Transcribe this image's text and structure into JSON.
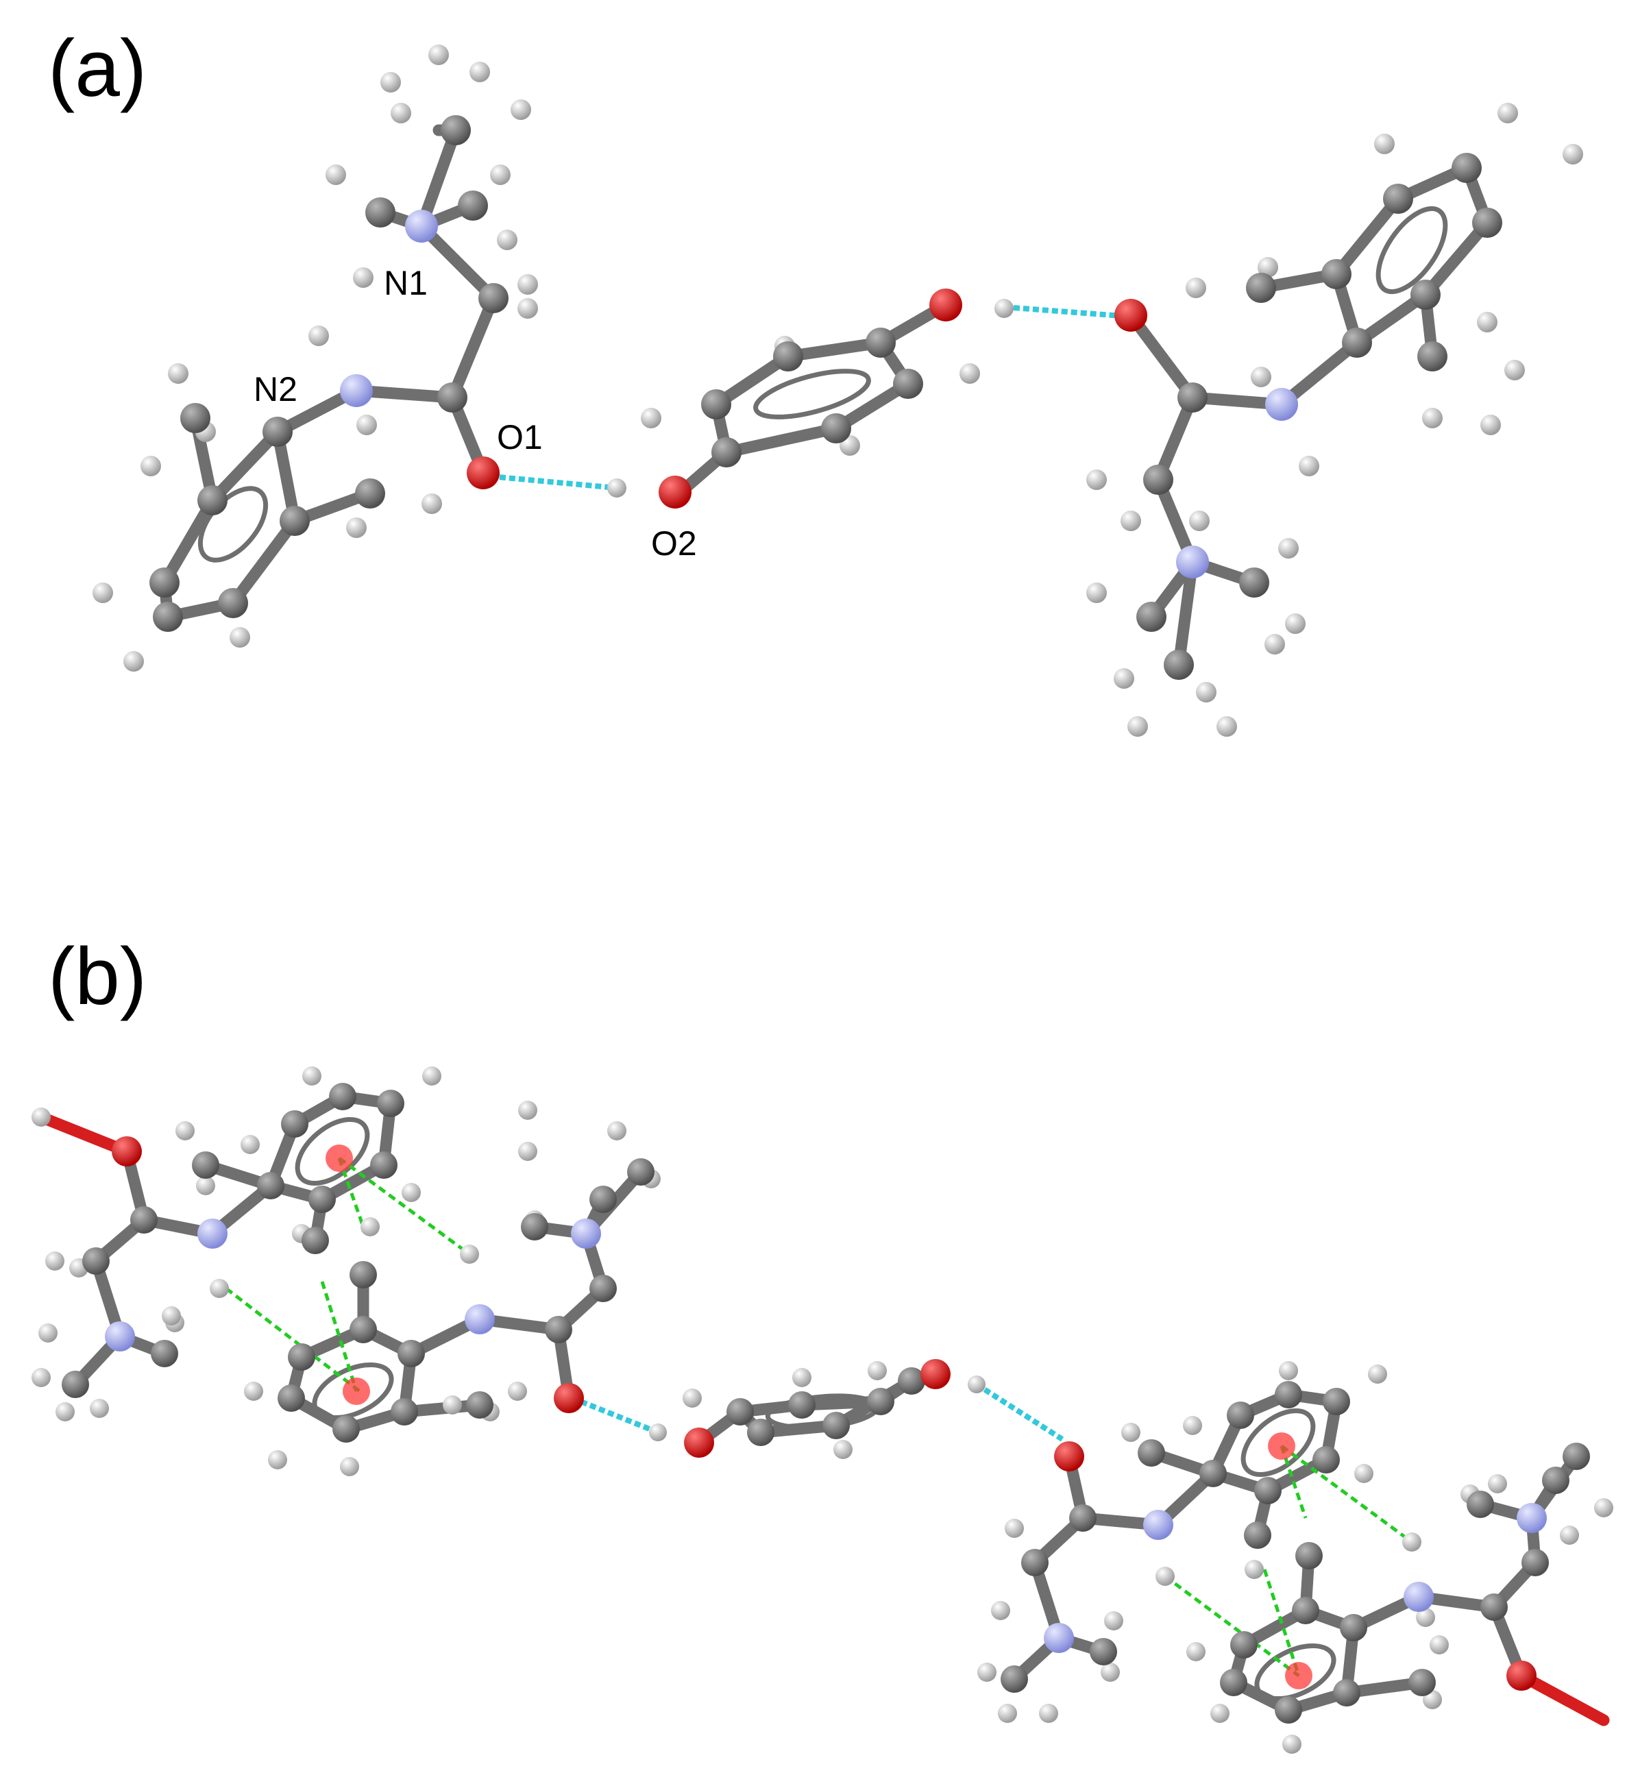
{
  "panel_a": {
    "label": "(a)",
    "atom_labels": {
      "n1": "N1",
      "n2": "N2",
      "o1": "O1",
      "o2": "O2"
    }
  },
  "panel_b": {
    "label": "(b)"
  },
  "colors": {
    "carbon": "#7a7a7a",
    "hydrogen": "#d6d6d6",
    "nitrogen": "#b4b8f4",
    "oxygen": "#e01010",
    "hydrogen_bond": "#33c8dc",
    "short_contact": "#22cc22",
    "ring_centroid": "#ff3b3b"
  }
}
